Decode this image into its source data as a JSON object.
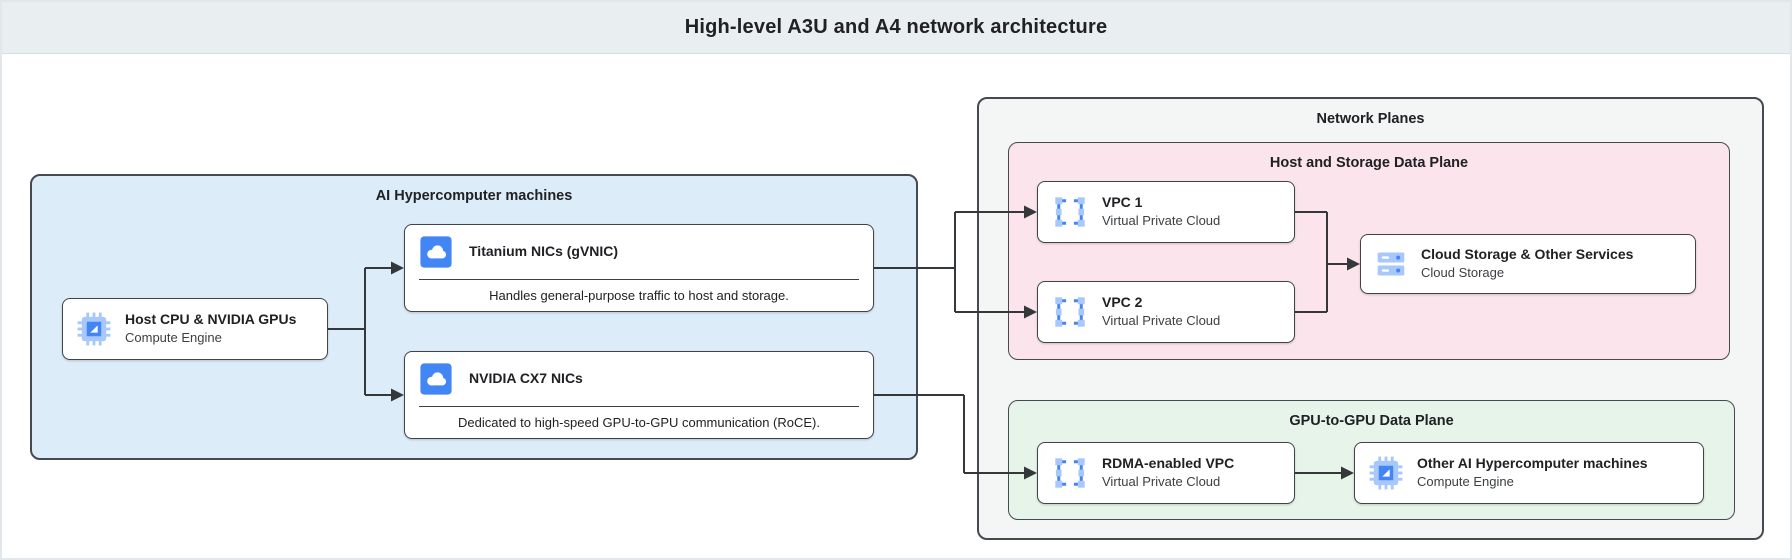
{
  "page": {
    "title": "High-level A3U and A4 network architecture"
  },
  "groups": {
    "ai_machines": {
      "label": "AI Hypercomputer machines"
    },
    "network_planes": {
      "label": "Network Planes"
    },
    "host_storage_plane": {
      "label": "Host and Storage Data Plane"
    },
    "gpu_plane": {
      "label": "GPU-to-GPU Data Plane"
    }
  },
  "nodes": {
    "host_cpu": {
      "title": "Host CPU & NVIDIA GPUs",
      "subtitle": "Compute Engine",
      "icon": "compute-engine-icon"
    },
    "titanium_nics": {
      "title": "Titanium NICs (gVNIC)",
      "description": "Handles general-purpose traffic to host and storage.",
      "icon": "cloud-icon"
    },
    "nvidia_cx7_nics": {
      "title": "NVIDIA CX7 NICs",
      "description": "Dedicated to high-speed GPU-to-GPU communication (RoCE).",
      "icon": "cloud-icon"
    },
    "vpc1": {
      "title": "VPC 1",
      "subtitle": "Virtual Private Cloud",
      "icon": "vpc-icon"
    },
    "vpc2": {
      "title": "VPC 2",
      "subtitle": "Virtual Private Cloud",
      "icon": "vpc-icon"
    },
    "cloud_storage": {
      "title": "Cloud Storage & Other Services",
      "subtitle": "Cloud Storage",
      "icon": "cloud-storage-icon"
    },
    "rdma_vpc": {
      "title": "RDMA-enabled VPC",
      "subtitle": "Virtual Private Cloud",
      "icon": "vpc-icon"
    },
    "other_machines": {
      "title": "Other AI Hypercomputer machines",
      "subtitle": "Compute Engine",
      "icon": "compute-engine-icon"
    }
  },
  "colors": {
    "google_blue": "#4285f4",
    "google_blue_light": "#a8c7fa",
    "machines_fill": "#ddecf9",
    "host_storage_plane_fill": "#fce4ec",
    "gpu_plane_fill": "#e6f4ea",
    "network_planes_fill": "#f4f5f5",
    "header_fill": "#e9eef1",
    "connector": "#35383b"
  }
}
